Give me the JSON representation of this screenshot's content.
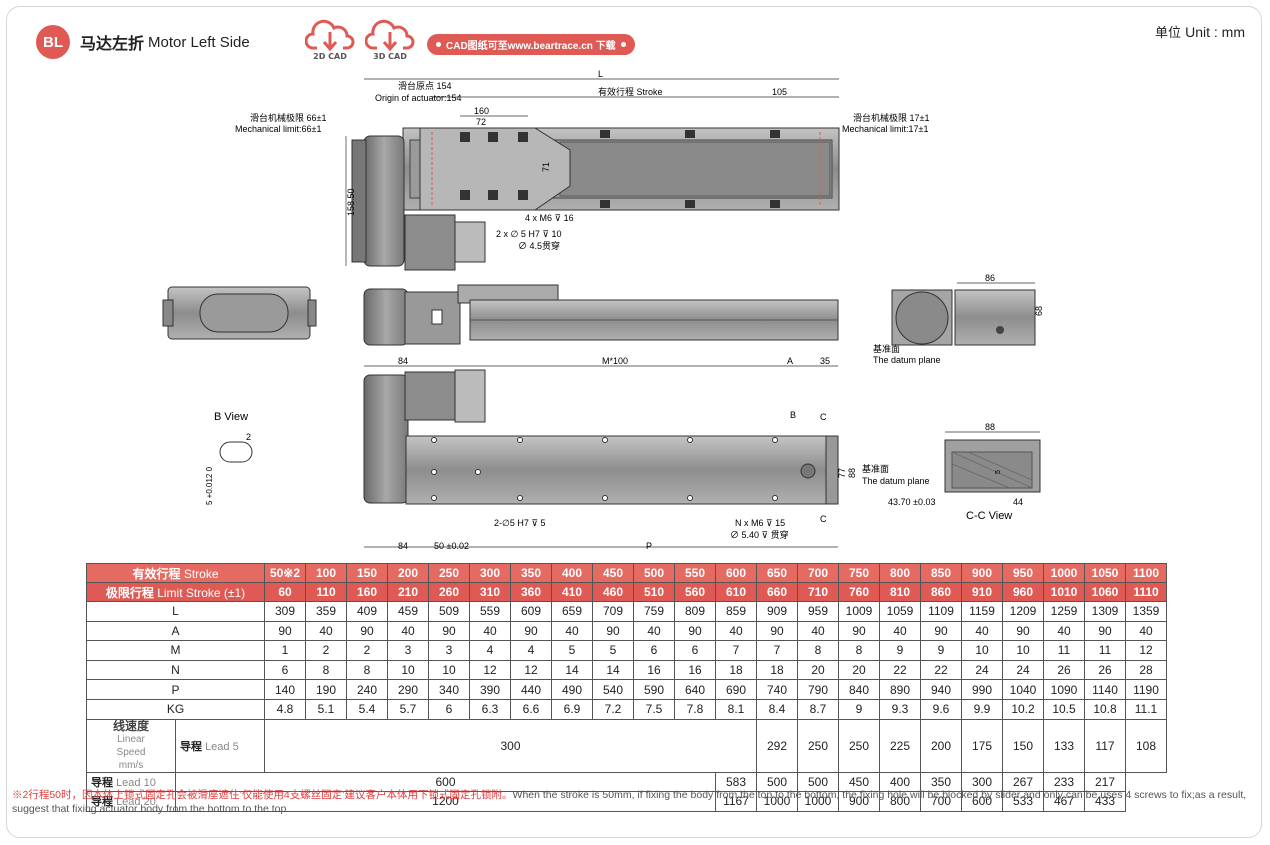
{
  "header": {
    "badge": "BL",
    "title_cn": "马达左折",
    "title_en": "Motor Left Side",
    "cad2d": "2D CAD",
    "cad3d": "3D CAD",
    "cad_link": "CAD图纸可至www.beartrace.cn 下载",
    "unit_cn": "单位",
    "unit_en": "Unit : mm"
  },
  "drawing": {
    "L": "L",
    "origin_cn": "滑台原点 154",
    "origin_en": "Origin of actuator:154",
    "stroke_label": "有效行程 Stroke",
    "d105": "105",
    "d160": "160",
    "d72": "72",
    "d71": "71",
    "d158": "158.50",
    "mech_left_cn": "滑台机械极限 66±1",
    "mech_left_en": "Mechanical limit:66±1",
    "mech_right_cn": "滑台机械极限 17±1",
    "mech_right_en": "Mechanical limit:17±1",
    "hole1": "4 x M6 ⊽ 16",
    "hole2": "2 x ∅ 5 H7 ⊽ 10",
    "hole3": "∅ 4.5贯穿",
    "d86": "86",
    "d68": "68",
    "datum_cn": "基准面",
    "datum_en": "The datum plane",
    "d84a": "84",
    "m100": "M*100",
    "A": "A",
    "d35": "35",
    "B": "B",
    "C1": "C",
    "C2": "C",
    "d77": "77",
    "d88v": "88",
    "datum2_cn": "基准面",
    "datum2_en": "The datum plane",
    "bview": "B View",
    "b2": "2",
    "btol": "5 +0.012 0",
    "hole4": "2-∅5 H7 ⊽ 5",
    "hole5": "N x M6 ⊽ 15",
    "hole6": "∅ 5.40 ⊽ 贯穿",
    "d84b": "84",
    "d50": "50 ±0.02",
    "P": "P",
    "d88": "88",
    "d4370": "43.70 ±0.03",
    "d44": "44",
    "d5": "5",
    "ccview": "C-C View"
  },
  "table": {
    "stroke_label_cn": "有效行程",
    "stroke_label_en": "Stroke",
    "limit_label_cn": "极限行程",
    "limit_label_en": "Limit Stroke (±1)",
    "strokes": [
      "50※2",
      "100",
      "150",
      "200",
      "250",
      "300",
      "350",
      "400",
      "450",
      "500",
      "550",
      "600",
      "650",
      "700",
      "750",
      "800",
      "850",
      "900",
      "950",
      "1000",
      "1050",
      "1100"
    ],
    "limits": [
      "60",
      "110",
      "160",
      "210",
      "260",
      "310",
      "360",
      "410",
      "460",
      "510",
      "560",
      "610",
      "660",
      "710",
      "760",
      "810",
      "860",
      "910",
      "960",
      "1010",
      "1060",
      "1110"
    ],
    "rows": [
      {
        "label": "L",
        "values": [
          "309",
          "359",
          "409",
          "459",
          "509",
          "559",
          "609",
          "659",
          "709",
          "759",
          "809",
          "859",
          "909",
          "959",
          "1009",
          "1059",
          "1109",
          "1159",
          "1209",
          "1259",
          "1309",
          "1359"
        ]
      },
      {
        "label": "A",
        "values": [
          "90",
          "40",
          "90",
          "40",
          "90",
          "40",
          "90",
          "40",
          "90",
          "40",
          "90",
          "40",
          "90",
          "40",
          "90",
          "40",
          "90",
          "40",
          "90",
          "40",
          "90",
          "40"
        ]
      },
      {
        "label": "M",
        "values": [
          "1",
          "2",
          "2",
          "3",
          "3",
          "4",
          "4",
          "5",
          "5",
          "6",
          "6",
          "7",
          "7",
          "8",
          "8",
          "9",
          "9",
          "10",
          "10",
          "11",
          "11",
          "12"
        ]
      },
      {
        "label": "N",
        "values": [
          "6",
          "8",
          "8",
          "10",
          "10",
          "12",
          "12",
          "14",
          "14",
          "16",
          "16",
          "18",
          "18",
          "20",
          "20",
          "22",
          "22",
          "24",
          "24",
          "26",
          "26",
          "28"
        ]
      },
      {
        "label": "P",
        "values": [
          "140",
          "190",
          "240",
          "290",
          "340",
          "390",
          "440",
          "490",
          "540",
          "590",
          "640",
          "690",
          "740",
          "790",
          "840",
          "890",
          "940",
          "990",
          "1040",
          "1090",
          "1140",
          "1190"
        ]
      },
      {
        "label": "KG",
        "values": [
          "4.8",
          "5.1",
          "5.4",
          "5.7",
          "6",
          "6.3",
          "6.6",
          "6.9",
          "7.2",
          "7.5",
          "7.8",
          "8.1",
          "8.4",
          "8.7",
          "9",
          "9.3",
          "9.6",
          "9.9",
          "10.2",
          "10.5",
          "10.8",
          "11.1"
        ]
      }
    ],
    "speed_cn": "线速度",
    "speed_en1": "Linear",
    "speed_en2": "Speed",
    "speed_unit": "mm/s",
    "leads": [
      {
        "cn": "导程",
        "en": "Lead 5",
        "common": "300",
        "values": [
          "292",
          "250",
          "250",
          "225",
          "200",
          "175",
          "150",
          "133",
          "117",
          "108"
        ]
      },
      {
        "cn": "导程",
        "en": "Lead 10",
        "common": "600",
        "values": [
          "583",
          "500",
          "500",
          "450",
          "400",
          "350",
          "300",
          "267",
          "233",
          "217"
        ]
      },
      {
        "cn": "导程",
        "en": "Lead 20",
        "common": "1200",
        "values": [
          "1167",
          "1000",
          "1000",
          "900",
          "800",
          "700",
          "600",
          "533",
          "467",
          "433"
        ]
      }
    ]
  },
  "note": {
    "cn": "※2行程50时，因本体上锁式固定孔会被滑座遮住’仅能使用4支螺丝固定’建议客户本体用下锁式固定孔锁附。",
    "en": "When the stroke is 50mm, if fixing the body from the top to the bottom, the fixing hole will be blocked by slider and only can be uses 4 screws to fix;as a result, suggest that fixing actuator body from the bottom to the top."
  },
  "colors": {
    "accent": "#e05a55",
    "table_header": "#e46a62",
    "body": "#8a8a8a"
  }
}
